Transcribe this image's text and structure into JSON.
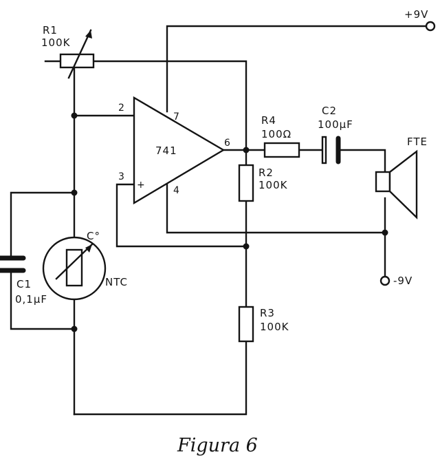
{
  "caption": "Figura 6",
  "supply": {
    "positive": "+9V",
    "negative": "-9V"
  },
  "opamp": {
    "label": "741",
    "pin_inverting": "2",
    "pin_noninverting": "3",
    "pin_output": "6",
    "pin_vplus": "7",
    "pin_vminus": "4",
    "plus_sign": "+"
  },
  "r1": {
    "name": "R1",
    "value": "100K"
  },
  "r2": {
    "name": "R2",
    "value": "100K"
  },
  "r3": {
    "name": "R3",
    "value": "100K"
  },
  "r4": {
    "name": "R4",
    "value": "100Ω"
  },
  "c1": {
    "name": "C1",
    "value": "0,1μF"
  },
  "c2": {
    "name": "C2",
    "value": "100μF"
  },
  "ntc": {
    "name": "NTC",
    "temp_label": "C°"
  },
  "speaker": {
    "name": "FTE"
  }
}
